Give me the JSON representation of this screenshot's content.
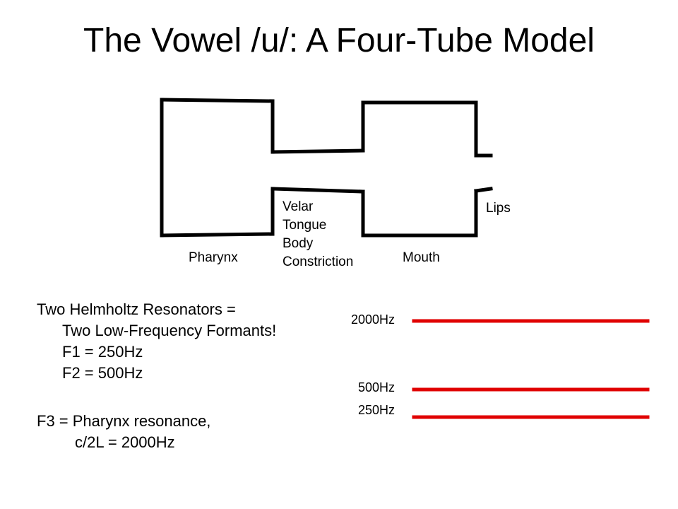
{
  "title": "The Vowel /u/: A Four-Tube Model",
  "tube_labels": {
    "pharynx": "Pharynx",
    "constriction": [
      "Velar",
      "Tongue",
      "Body",
      "Constriction"
    ],
    "mouth": "Mouth",
    "lips": "Lips"
  },
  "description": {
    "line1": "Two Helmholtz Resonators =",
    "line2": "Two Low-Frequency Formants!",
    "line3": "F1 = 250Hz",
    "line4": "F2 = 500Hz",
    "line5": "F3 = Pharynx resonance,",
    "line6": "c/2L = 2000Hz"
  },
  "formant_lines": {
    "color": "#e00000",
    "items": [
      {
        "label": "2000Hz"
      },
      {
        "label": "500Hz"
      },
      {
        "label": "250Hz"
      }
    ]
  }
}
